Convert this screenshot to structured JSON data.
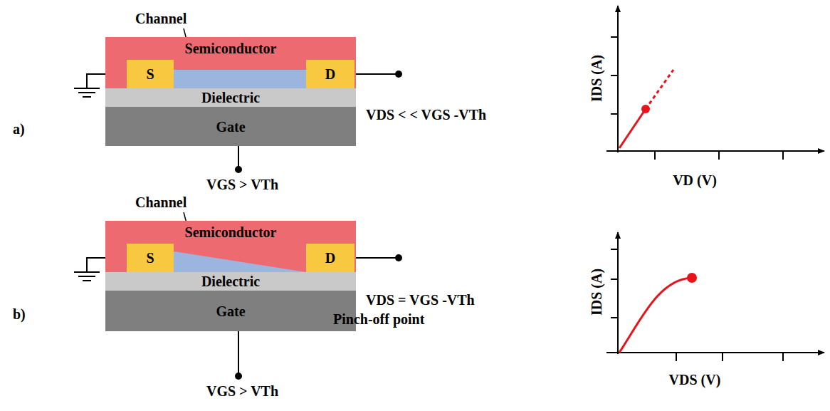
{
  "diagram": {
    "nodes": [
      {
        "text": [
          "Semiconductor"
        ]
      },
      {
        "text": [
          "S"
        ],
        "in": 0
      },
      {
        "text": [
          "D"
        ],
        "in": 0
      },
      {
        "text": [
          "Dielectric"
        ]
      },
      {
        "text": [
          "Gate"
        ]
      },
      {
        "text": [
          "Semiconductor"
        ]
      },
      {
        "text": [
          "S"
        ],
        "in": 5
      },
      {
        "text": [
          "D"
        ],
        "in": 5
      },
      {
        "text": [
          "Dielectric"
        ]
      },
      {
        "text": [
          "Gate"
        ]
      }
    ],
    "labels": [
      "Channel",
      "VDS < < VGS -VTh",
      "a)",
      "VGS > VTh",
      "IDS (A)",
      "VD (V)",
      "Channel",
      "VDS = VGS -VTh",
      "b)",
      "Pinch-off point",
      "VGS > VTh",
      "IDS (A)",
      "VDS (V)"
    ]
  }
}
